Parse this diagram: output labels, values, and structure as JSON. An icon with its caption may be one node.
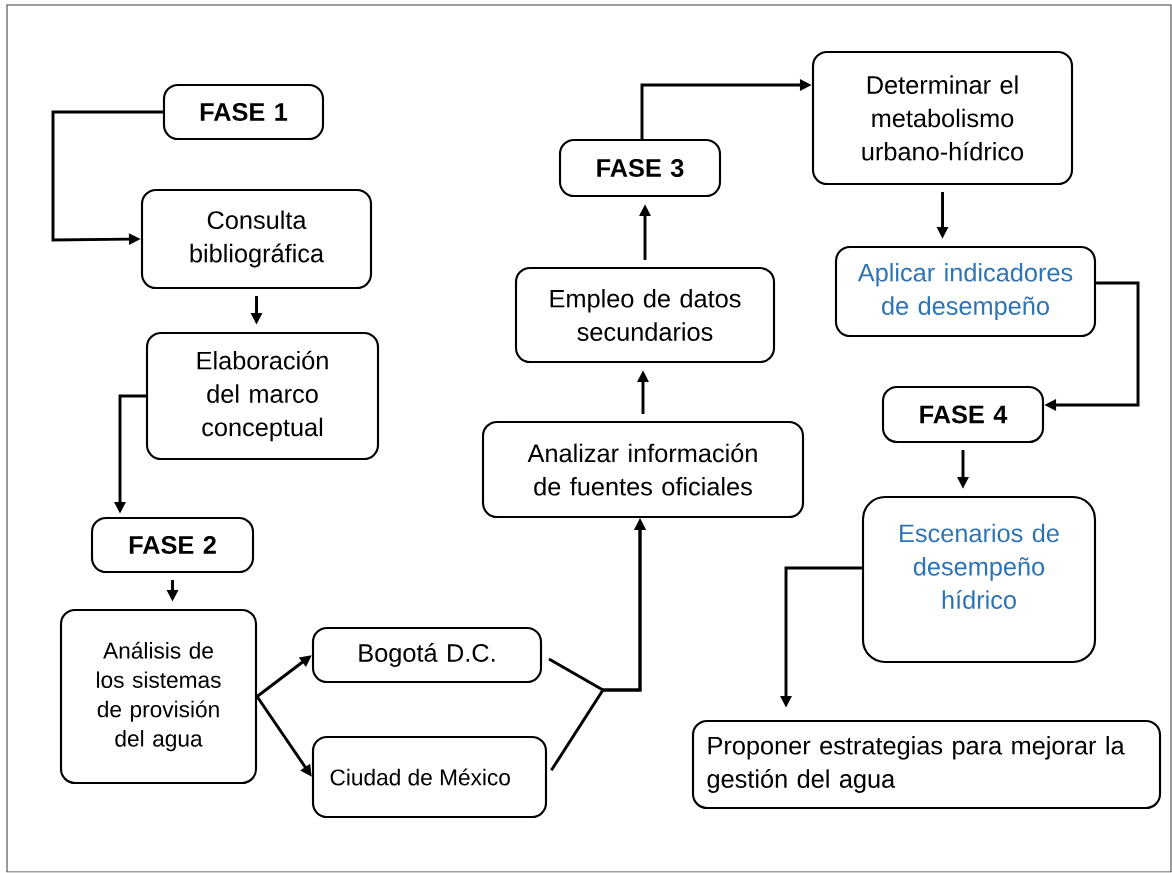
{
  "diagram": {
    "nodes": [
      {
        "text": [
          "FASE 1"
        ]
      },
      {
        "text": [
          "Consulta bibliográfica"
        ]
      },
      {
        "text": [
          "Elaboración del marco conceptual"
        ]
      },
      {
        "text": [
          "FASE 2"
        ]
      },
      {
        "text": [
          "Análisis de los sistemas de provisión del agua"
        ]
      },
      {
        "text": [
          "Bogotá D.C."
        ]
      },
      {
        "text": [
          "Ciudad de México"
        ]
      },
      {
        "text": [
          "Analizar información de fuentes oficiales"
        ]
      },
      {
        "text": [
          "Empleo de datos secundarios"
        ]
      },
      {
        "text": [
          "FASE 3"
        ]
      },
      {
        "text": [
          "Determinar el metabolismo urbano-hídrico"
        ]
      },
      {
        "text": [
          "Aplicar indicadores de desempeño"
        ]
      },
      {
        "text": [
          "FASE 4"
        ]
      },
      {
        "text": [
          "Escenarios de desempeño hídrico"
        ]
      },
      {
        "text": [
          "Proponer estrategias para mejorar la gestión del agua"
        ]
      }
    ],
    "edges": [
      {
        "from": 0,
        "to": 1,
        "arrow": "to"
      },
      {
        "from": 1,
        "to": 2,
        "arrow": "to"
      },
      {
        "from": 2,
        "to": 3,
        "arrow": "to"
      },
      {
        "from": 3,
        "to": 4,
        "arrow": "to"
      },
      {
        "from": 4,
        "to": 5,
        "arrow": "to"
      },
      {
        "from": 4,
        "to": 6,
        "arrow": "to"
      },
      {
        "from": 5,
        "to": 7,
        "arrow": "to"
      },
      {
        "from": 6,
        "to": 7,
        "arrow": "to"
      },
      {
        "from": 7,
        "to": 8,
        "arrow": "to"
      },
      {
        "from": 8,
        "to": 9,
        "arrow": "to"
      },
      {
        "from": 9,
        "to": 10,
        "arrow": "to"
      },
      {
        "from": 10,
        "to": 11,
        "arrow": "to"
      },
      {
        "from": 11,
        "to": 12,
        "arrow": "to"
      },
      {
        "from": 12,
        "to": 13,
        "arrow": "to"
      },
      {
        "from": 13,
        "to": 14,
        "arrow": "to"
      }
    ]
  }
}
